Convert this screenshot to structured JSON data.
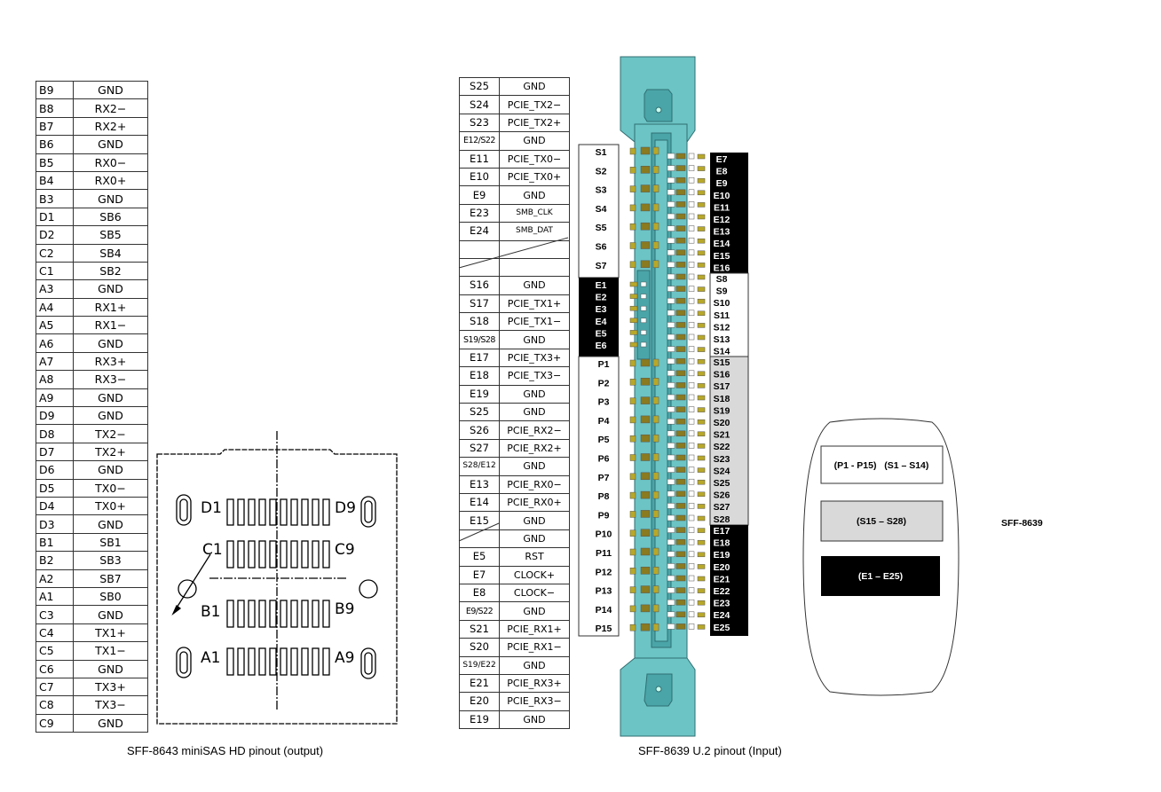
{
  "minisas_table": [
    [
      "B9",
      "GND"
    ],
    [
      "B8",
      "RX2−"
    ],
    [
      "B7",
      "RX2+"
    ],
    [
      "B6",
      "GND"
    ],
    [
      "B5",
      "RX0−"
    ],
    [
      "B4",
      "RX0+"
    ],
    [
      "B3",
      "GND"
    ],
    [
      "D1",
      "SB6"
    ],
    [
      "D2",
      "SB5"
    ],
    [
      "C2",
      "SB4"
    ],
    [
      "C1",
      "SB2"
    ],
    [
      "A3",
      "GND"
    ],
    [
      "A4",
      "RX1+"
    ],
    [
      "A5",
      "RX1−"
    ],
    [
      "A6",
      "GND"
    ],
    [
      "A7",
      "RX3+"
    ],
    [
      "A8",
      "RX3−"
    ],
    [
      "A9",
      "GND"
    ],
    [
      "D9",
      "GND"
    ],
    [
      "D8",
      "TX2−"
    ],
    [
      "D7",
      "TX2+"
    ],
    [
      "D6",
      "GND"
    ],
    [
      "D5",
      "TX0−"
    ],
    [
      "D4",
      "TX0+"
    ],
    [
      "D3",
      "GND"
    ],
    [
      "B1",
      "SB1"
    ],
    [
      "B2",
      "SB3"
    ],
    [
      "A2",
      "SB7"
    ],
    [
      "A1",
      "SB0"
    ],
    [
      "C3",
      "GND"
    ],
    [
      "C4",
      "TX1+"
    ],
    [
      "C5",
      "TX1−"
    ],
    [
      "C6",
      "GND"
    ],
    [
      "C7",
      "TX3+"
    ],
    [
      "C8",
      "TX3−"
    ],
    [
      "C9",
      "GND"
    ]
  ],
  "u2_table": [
    [
      "S25",
      "GND"
    ],
    [
      "S24",
      "PCIE_TX2−"
    ],
    [
      "S23",
      "PCIE_TX2+"
    ],
    [
      "E12/S22",
      "GND"
    ],
    [
      "E11",
      "PCIE_TX0−"
    ],
    [
      "E10",
      "PCIE_TX0+"
    ],
    [
      "E9",
      "GND"
    ],
    [
      "E23",
      "SMB_CLK"
    ],
    [
      "E24",
      "SMB_DAT"
    ],
    [
      "",
      ""
    ],
    [
      "",
      ""
    ],
    [
      "S16",
      "GND"
    ],
    [
      "S17",
      "PCIE_TX1+"
    ],
    [
      "S18",
      "PCIE_TX1−"
    ],
    [
      "S19/S28",
      "GND"
    ],
    [
      "E17",
      "PCIE_TX3+"
    ],
    [
      "E18",
      "PCIE_TX3−"
    ],
    [
      "E19",
      "GND"
    ],
    [
      "S25",
      "GND"
    ],
    [
      "S26",
      "PCIE_RX2−"
    ],
    [
      "S27",
      "PCIE_RX2+"
    ],
    [
      "S28/E12",
      "GND"
    ],
    [
      "E13",
      "PCIE_RX0−"
    ],
    [
      "E14",
      "PCIE_RX0+"
    ],
    [
      "E15",
      "GND"
    ],
    [
      "",
      "GND"
    ],
    [
      "E5",
      "RST"
    ],
    [
      "E7",
      "CLOCK+"
    ],
    [
      "E8",
      "CLOCK−"
    ],
    [
      "E9/S22",
      "GND"
    ],
    [
      "S21",
      "PCIE_RX1+"
    ],
    [
      "S20",
      "PCIE_RX1−"
    ],
    [
      "S19/E22",
      "GND"
    ],
    [
      "E21",
      "PCIE_RX3+"
    ],
    [
      "E20",
      "PCIE_RX3−"
    ],
    [
      "E19",
      "GND"
    ]
  ],
  "minisas_drawing": {
    "row_labels": {
      "d_left": "D1",
      "d_right": "D9",
      "c_left": "C1",
      "c_right": "C9",
      "b_left": "B1",
      "b_right": "B9",
      "a_left": "A1",
      "a_right": "A9"
    }
  },
  "connector": {
    "left_s": [
      "S1",
      "S2",
      "S3",
      "S4",
      "S5",
      "S6",
      "S7"
    ],
    "left_e": [
      "E1",
      "E2",
      "E3",
      "E4",
      "E5",
      "E6"
    ],
    "left_p": [
      "P1",
      "P2",
      "P3",
      "P4",
      "P5",
      "P6",
      "P7",
      "P8",
      "P9",
      "P10",
      "P11",
      "P12",
      "P13",
      "P14",
      "P15"
    ],
    "right_e_top": [
      "E7",
      "E8",
      "E9",
      "E10",
      "E11",
      "E12",
      "E13",
      "E14",
      "E15",
      "E16"
    ],
    "right_s_white": [
      "S8",
      "S9",
      "S10",
      "S11",
      "S12",
      "S13",
      "S14"
    ],
    "right_s_gray": [
      "S15",
      "S16",
      "S17",
      "S18",
      "S19",
      "S20",
      "S21",
      "S22",
      "S23",
      "S24",
      "S25",
      "S26",
      "S27",
      "S28"
    ],
    "right_e_bottom": [
      "E17",
      "E18",
      "E19",
      "E20",
      "E21",
      "E22",
      "E23",
      "E24",
      "E25"
    ],
    "colors": {
      "body": "#6cc4c4",
      "body_dark": "#3e8f93",
      "pin": "#b8a82a",
      "gray": "#d9d9d9"
    }
  },
  "legend": {
    "p_s_group": "(P1 - P15)   (S1 – S14)",
    "s_group": "(S15 – S28)",
    "e_group": "(E1 – E25)",
    "title": "SFF-8639"
  },
  "captions": {
    "left": "SFF-8643 miniSAS HD pinout (output)",
    "right": "SFF-8639 U.2 pinout (Input)"
  }
}
